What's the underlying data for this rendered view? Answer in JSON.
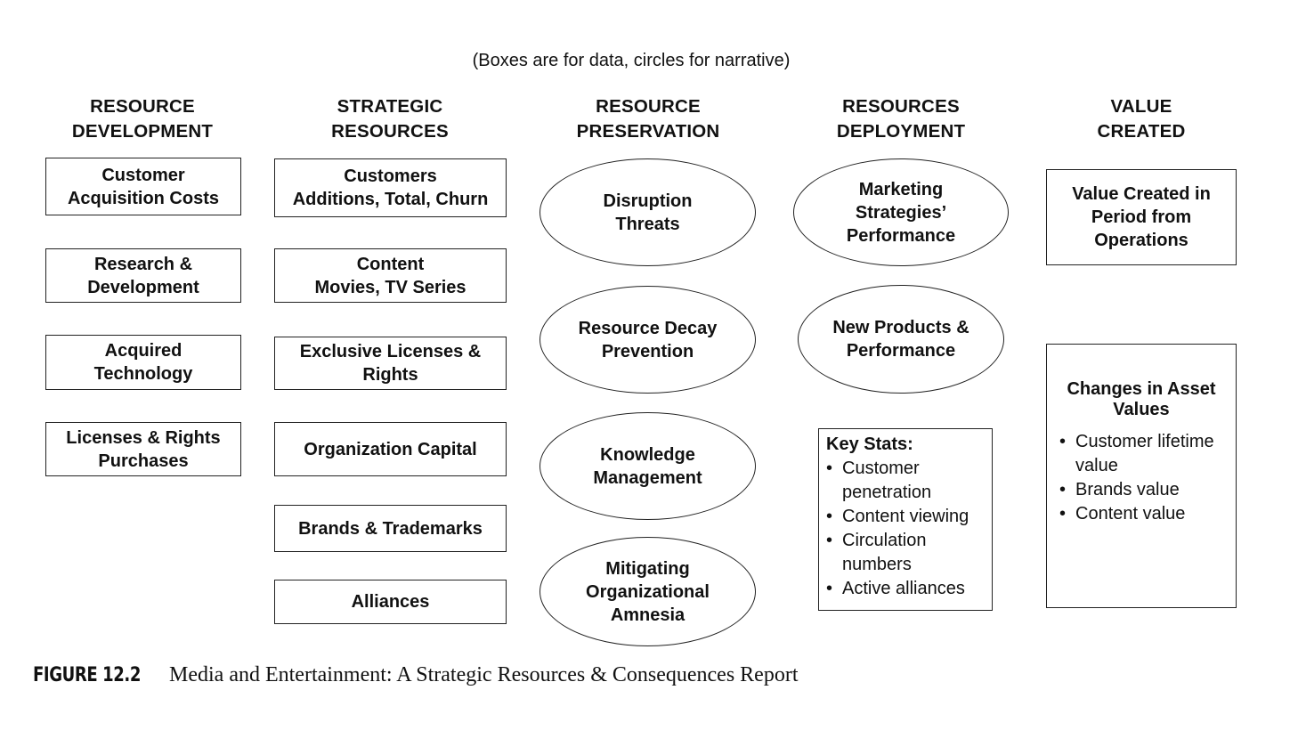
{
  "note": "(Boxes are for data, circles for narrative)",
  "columns": [
    {
      "heading": "RESOURCE\nDEVELOPMENT"
    },
    {
      "heading": "STRATEGIC\nRESOURCES"
    },
    {
      "heading": "RESOURCE\nPRESERVATION"
    },
    {
      "heading": "RESOURCES\nDEPLOYMENT"
    },
    {
      "heading": "VALUE\nCREATED"
    }
  ],
  "resource_development": [
    "Customer\nAcquisition Costs",
    "Research &\nDevelopment",
    "Acquired\nTechnology",
    "Licenses & Rights\nPurchases"
  ],
  "strategic_resources": [
    "Customers\nAdditions, Total, Churn",
    "Content\nMovies, TV Series",
    "Exclusive Licenses &\nRights",
    "Organization Capital",
    "Brands & Trademarks",
    "Alliances"
  ],
  "resource_preservation": [
    "Disruption\nThreats",
    "Resource Decay\nPrevention",
    "Knowledge\nManagement",
    "Mitigating\nOrganizational\nAmnesia"
  ],
  "resources_deployment": {
    "ovals": [
      "Marketing\nStrategies’\nPerformance",
      "New Products &\nPerformance"
    ],
    "key_stats": {
      "title": "Key Stats:",
      "items": [
        "Customer\npenetration",
        "Content viewing",
        "Circulation\nnumbers",
        "Active alliances"
      ]
    }
  },
  "value_created": {
    "operations": "Value Created in\nPeriod from\nOperations",
    "asset_changes": {
      "title": "Changes in Asset\nValues",
      "items": [
        "Customer lifetime\nvalue",
        "Brands value",
        "Content value"
      ]
    }
  },
  "caption": {
    "label": "FIGURE 12.2",
    "title": "Media and Entertainment: A Strategic Resources & Consequences Report"
  }
}
